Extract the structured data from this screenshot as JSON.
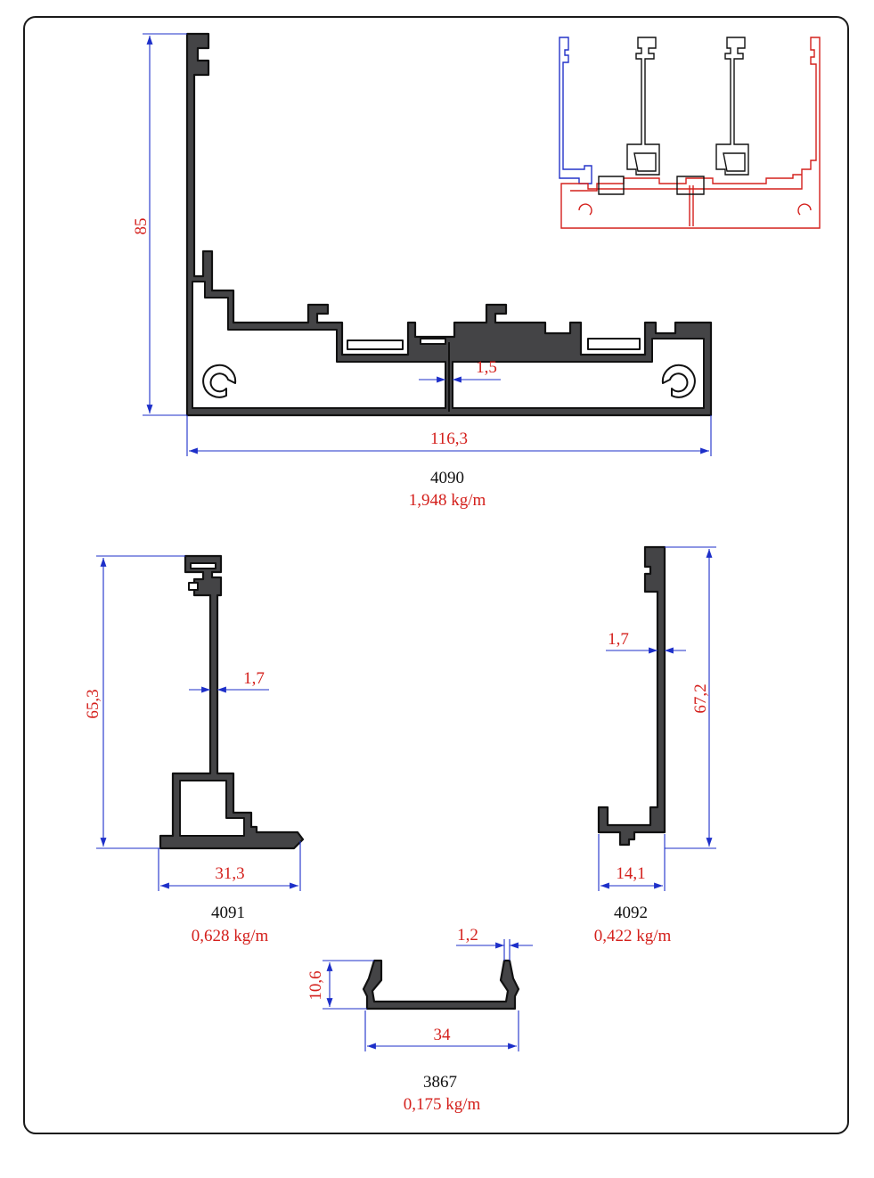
{
  "profiles": [
    {
      "code": "4090",
      "weight": "1,948 kg/m",
      "dims": {
        "height": "85",
        "width": "116,3",
        "wall": "1,5"
      }
    },
    {
      "code": "4091",
      "weight": "0,628 kg/m",
      "dims": {
        "height": "65,3",
        "width": "31,3",
        "wall": "1,7"
      }
    },
    {
      "code": "4092",
      "weight": "0,422 kg/m",
      "dims": {
        "height": "67,2",
        "width": "14,1",
        "wall": "1,7"
      }
    },
    {
      "code": "3867",
      "weight": "0,175 kg/m",
      "dims": {
        "height": "10,6",
        "width": "34",
        "wall": "1,2"
      }
    }
  ],
  "colors": {
    "dimension_line": "#1d2fc9",
    "dimension_text": "#d4201c",
    "profile_fill": "#444446"
  }
}
